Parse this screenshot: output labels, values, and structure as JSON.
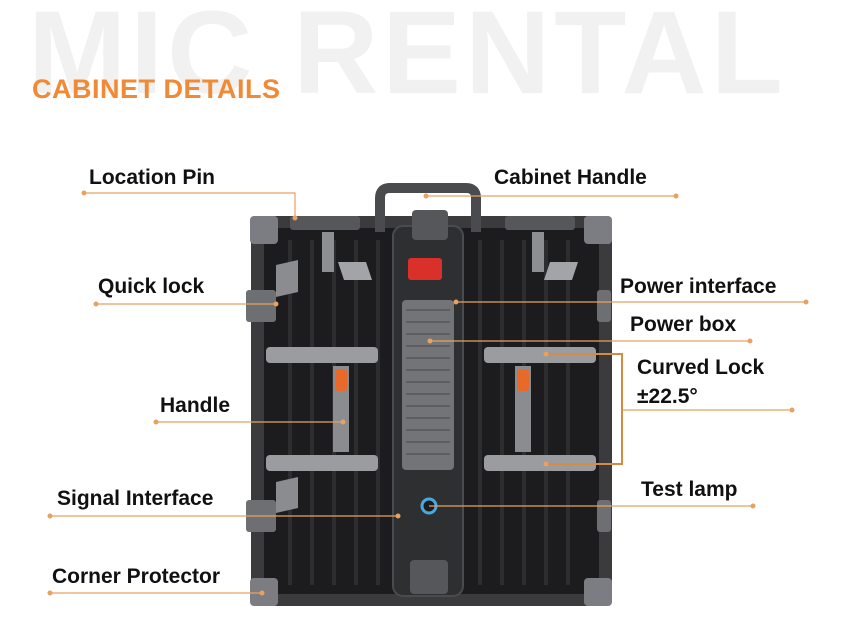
{
  "watermark": "MIC RENTAL",
  "title": "CABINET DETAILS",
  "colors": {
    "accent": "#f08a36",
    "leader_line": "#e8a160",
    "bracket": "#d58b44",
    "cabinet_frame": "#3b3b3d",
    "cabinet_panel": "#1c1c1e",
    "power_box": "#2e2f31",
    "lock_metal": "#9a9ca0",
    "handle_orange": "#e86a2a",
    "power_red": "#d9302a",
    "test_lamp": "#4aa8e0"
  },
  "labels": {
    "location_pin": "Location Pin",
    "cabinet_handle": "Cabinet Handle",
    "quick_lock": "Quick lock",
    "power_interface": "Power interface",
    "power_box": "Power box",
    "curved_lock_line1": "Curved Lock",
    "curved_lock_line2": "±22.5°",
    "handle": "Handle",
    "signal_interface": "Signal Interface",
    "test_lamp": "Test lamp",
    "corner_protector": "Corner Protector"
  }
}
